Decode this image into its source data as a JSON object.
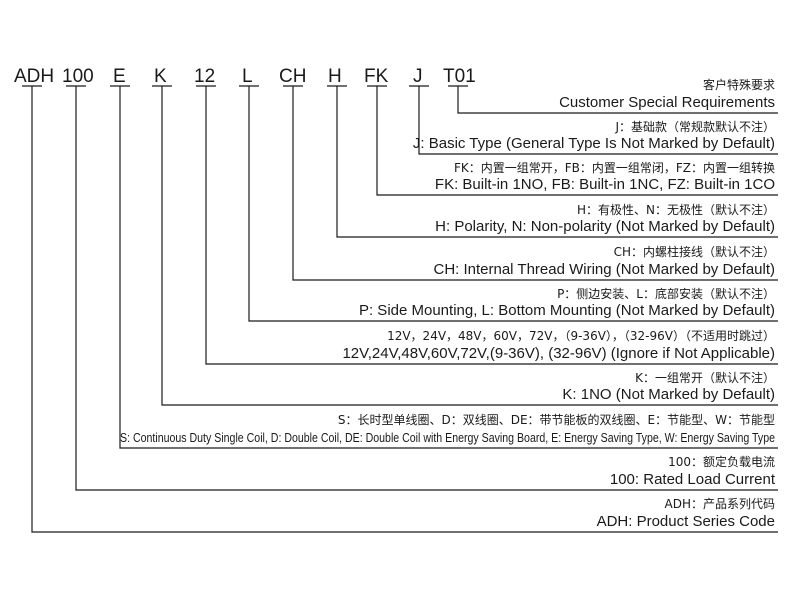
{
  "code_segments": [
    {
      "text": "ADH"
    },
    {
      "text": "100"
    },
    {
      "text": "E"
    },
    {
      "text": "K"
    },
    {
      "text": "12"
    },
    {
      "text": "L"
    },
    {
      "text": "CH"
    },
    {
      "text": "H"
    },
    {
      "text": "FK"
    },
    {
      "text": "J"
    },
    {
      "text": "T01"
    }
  ],
  "descriptions": [
    {
      "cn": "客户特殊要求",
      "en": "Customer Special Requirements"
    },
    {
      "cn": "J：基础款（常规款默认不注）",
      "en": "J: Basic Type (General Type Is Not Marked by Default)"
    },
    {
      "cn": "FK：内置一组常开，FB：内置一组常闭，FZ：内置一组转换",
      "en": "FK: Built-in 1NO, FB: Built-in 1NC, FZ: Built-in 1CO"
    },
    {
      "cn": "H：有极性、N：无极性（默认不注）",
      "en": "H: Polarity, N: Non-polarity (Not Marked by Default)"
    },
    {
      "cn": "CH：内螺柱接线（默认不注）",
      "en": "CH: Internal Thread Wiring (Not Marked by Default)"
    },
    {
      "cn": "P：侧边安装、L：底部安装（默认不注）",
      "en": "P: Side Mounting, L: Bottom Mounting (Not Marked by Default)"
    },
    {
      "cn": "12V，24V，48V，60V，72V，（9-36V），（32-96V）（不适用时跳过）",
      "en": "12V,24V,48V,60V,72V,(9-36V), (32-96V) (Ignore if Not Applicable)"
    },
    {
      "cn": "K：一组常开（默认不注）",
      "en": "K: 1NO (Not Marked by Default)"
    },
    {
      "cn": "S：长时型单线圈、D：双线圈、DE：带节能板的双线圈、E：节能型、W：节能型",
      "en": "S: Continuous Duty Single Coil, D: Double Coil, DE: Double Coil with Energy Saving Board, E: Energy Saving Type, W: Energy Saving Type"
    },
    {
      "cn": "100：额定负载电流",
      "en": "100: Rated Load Current"
    },
    {
      "cn": "ADH：产品系列代码",
      "en": "ADH: Product Series Code"
    }
  ]
}
